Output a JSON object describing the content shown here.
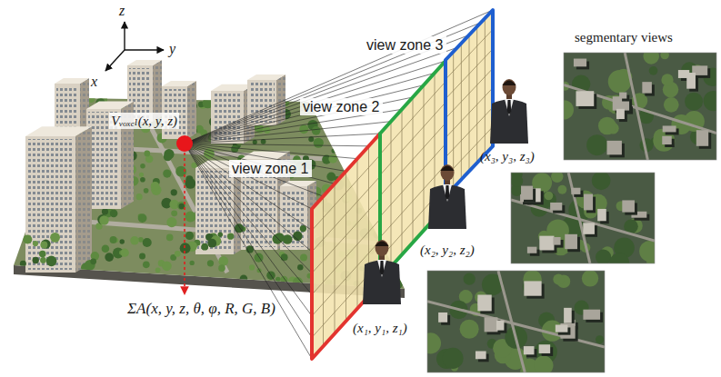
{
  "diagram": {
    "nodes": [
      {
        "text": [
          "view zone 1"
        ]
      },
      {
        "text": [
          "view zone 2"
        ]
      },
      {
        "text": [
          "view zone 3"
        ]
      }
    ],
    "labels": [
      "z",
      "y",
      "x",
      "Vᵥₒₓₑₗ(x, y, z)",
      "ΣA(x, y, z, θ, φ, R, G, B)",
      "(x₃, y₃, z₃)",
      "(x₂, y₂, z₂)",
      "(x₁, y₁, z₁)",
      "segmentary views"
    ]
  }
}
